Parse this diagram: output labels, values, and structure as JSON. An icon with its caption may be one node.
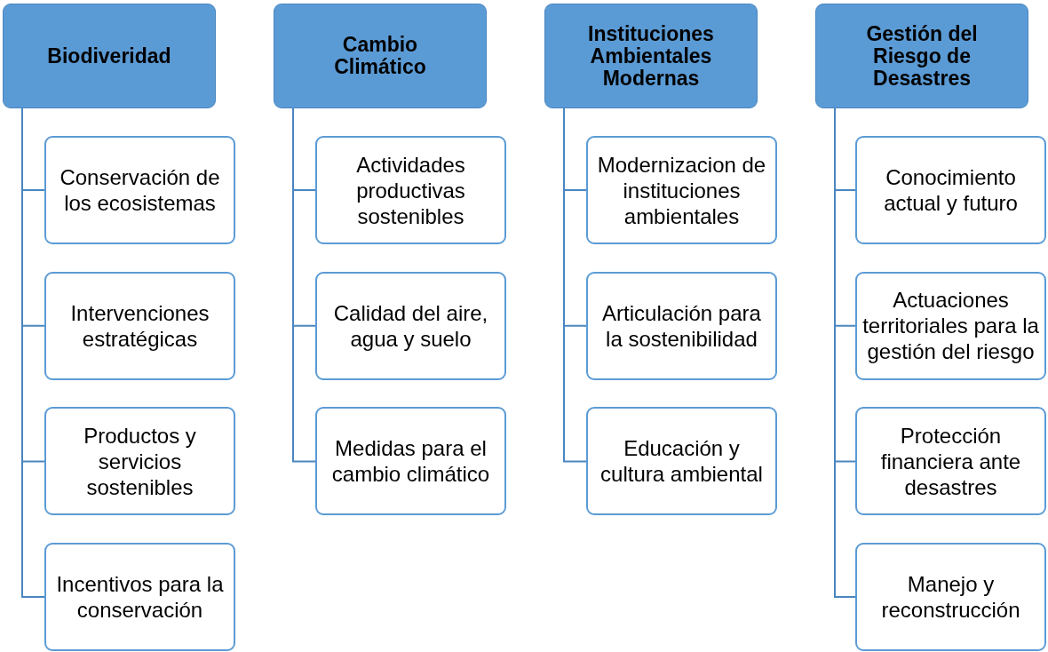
{
  "diagram": {
    "nodes": [
      {
        "text": [
          "Biodiveridad"
        ]
      },
      {
        "text": [
          "Conservación de los ecosistemas"
        ]
      },
      {
        "text": [
          "Intervenciones estratégicas"
        ]
      },
      {
        "text": [
          "Productos y servicios sostenibles"
        ]
      },
      {
        "text": [
          "Incentivos para la conservación"
        ]
      },
      {
        "text": [
          "Cambio Climático"
        ]
      },
      {
        "text": [
          "Actividades productivas sostenibles"
        ]
      },
      {
        "text": [
          "Calidad del aire, agua y suelo"
        ]
      },
      {
        "text": [
          "Medidas para el cambio climático"
        ]
      },
      {
        "text": [
          "Instituciones Ambientales Modernas"
        ]
      },
      {
        "text": [
          "Modernizacion de instituciones ambientales"
        ]
      },
      {
        "text": [
          "Articulación para la sostenibilidad"
        ]
      },
      {
        "text": [
          "Educación y cultura ambiental"
        ]
      },
      {
        "text": [
          "Gestión del Riesgo de Desastres"
        ]
      },
      {
        "text": [
          "Conocimiento actual y futuro"
        ]
      },
      {
        "text": [
          "Actuaciones territoriales para la gestión del riesgo"
        ]
      },
      {
        "text": [
          "Protección financiera ante desastres"
        ]
      },
      {
        "text": [
          "Manejo y reconstrucción"
        ]
      }
    ],
    "edges": [
      {
        "from": 0,
        "to": 1,
        "arrow": "none"
      },
      {
        "from": 0,
        "to": 2,
        "arrow": "none"
      },
      {
        "from": 0,
        "to": 3,
        "arrow": "none"
      },
      {
        "from": 0,
        "to": 4,
        "arrow": "none"
      },
      {
        "from": 5,
        "to": 6,
        "arrow": "none"
      },
      {
        "from": 5,
        "to": 7,
        "arrow": "none"
      },
      {
        "from": 5,
        "to": 8,
        "arrow": "none"
      },
      {
        "from": 9,
        "to": 10,
        "arrow": "none"
      },
      {
        "from": 9,
        "to": 11,
        "arrow": "none"
      },
      {
        "from": 9,
        "to": 12,
        "arrow": "none"
      },
      {
        "from": 13,
        "to": 14,
        "arrow": "none"
      },
      {
        "from": 13,
        "to": 15,
        "arrow": "none"
      },
      {
        "from": 13,
        "to": 16,
        "arrow": "none"
      },
      {
        "from": 13,
        "to": 17,
        "arrow": "none"
      }
    ]
  }
}
